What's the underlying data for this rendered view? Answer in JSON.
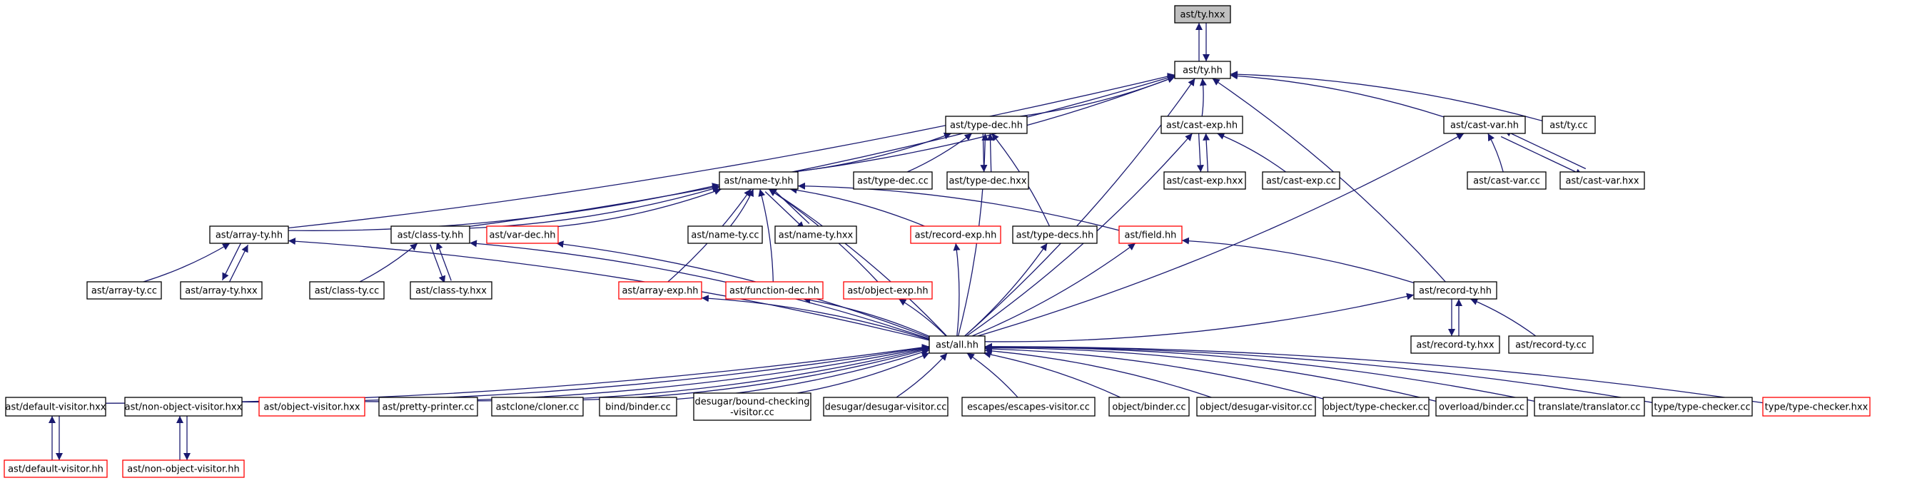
{
  "colors": {
    "edge": "#191970",
    "arrowhead": "#191970",
    "box_border_normal": "#000000",
    "box_border_truncated": "#ff0000",
    "highlight_fill": "#bfbfbf",
    "box_fill": "#ffffff"
  },
  "nodes": {
    "ty_hxx": {
      "label": "ast/ty.hxx",
      "style": "highlight"
    },
    "ty_hh": {
      "label": "ast/ty.hh",
      "style": "normal"
    },
    "type_dec_hh": {
      "label": "ast/type-dec.hh",
      "style": "normal"
    },
    "cast_exp_hh": {
      "label": "ast/cast-exp.hh",
      "style": "normal"
    },
    "cast_var_hh": {
      "label": "ast/cast-var.hh",
      "style": "normal"
    },
    "ty_cc": {
      "label": "ast/ty.cc",
      "style": "normal"
    },
    "name_ty_hh": {
      "label": "ast/name-ty.hh",
      "style": "normal"
    },
    "type_dec_cc": {
      "label": "ast/type-dec.cc",
      "style": "normal"
    },
    "type_dec_hxx": {
      "label": "ast/type-dec.hxx",
      "style": "normal"
    },
    "cast_exp_hxx": {
      "label": "ast/cast-exp.hxx",
      "style": "normal"
    },
    "cast_exp_cc": {
      "label": "ast/cast-exp.cc",
      "style": "normal"
    },
    "cast_var_cc": {
      "label": "ast/cast-var.cc",
      "style": "normal"
    },
    "cast_var_hxx": {
      "label": "ast/cast-var.hxx",
      "style": "normal"
    },
    "array_ty_hh": {
      "label": "ast/array-ty.hh",
      "style": "normal"
    },
    "class_ty_hh": {
      "label": "ast/class-ty.hh",
      "style": "normal"
    },
    "var_dec_hh": {
      "label": "ast/var-dec.hh",
      "style": "truncated"
    },
    "name_ty_cc": {
      "label": "ast/name-ty.cc",
      "style": "normal"
    },
    "name_ty_hxx": {
      "label": "ast/name-ty.hxx",
      "style": "normal"
    },
    "record_exp_hh": {
      "label": "ast/record-exp.hh",
      "style": "truncated"
    },
    "type_decs_hh": {
      "label": "ast/type-decs.hh",
      "style": "normal"
    },
    "field_hh": {
      "label": "ast/field.hh",
      "style": "truncated"
    },
    "array_ty_cc": {
      "label": "ast/array-ty.cc",
      "style": "normal"
    },
    "array_ty_hxx": {
      "label": "ast/array-ty.hxx",
      "style": "normal"
    },
    "class_ty_cc": {
      "label": "ast/class-ty.cc",
      "style": "normal"
    },
    "class_ty_hxx": {
      "label": "ast/class-ty.hxx",
      "style": "normal"
    },
    "array_exp_hh": {
      "label": "ast/array-exp.hh",
      "style": "truncated"
    },
    "function_dec_hh": {
      "label": "ast/function-dec.hh",
      "style": "truncated"
    },
    "object_exp_hh": {
      "label": "ast/object-exp.hh",
      "style": "truncated"
    },
    "record_ty_hh": {
      "label": "ast/record-ty.hh",
      "style": "normal"
    },
    "all_hh": {
      "label": "ast/all.hh",
      "style": "normal"
    },
    "record_ty_hxx": {
      "label": "ast/record-ty.hxx",
      "style": "normal"
    },
    "record_ty_cc": {
      "label": "ast/record-ty.cc",
      "style": "normal"
    },
    "default_visitor_hxx": {
      "label": "ast/default-visitor.hxx",
      "style": "normal"
    },
    "non_object_visitor_hxx": {
      "label": "ast/non-object-visitor.hxx",
      "style": "normal"
    },
    "object_visitor_hxx": {
      "label": "ast/object-visitor.hxx",
      "style": "truncated"
    },
    "pretty_printer_cc": {
      "label": "ast/pretty-printer.cc",
      "style": "normal"
    },
    "cloner_cc": {
      "label": "astclone/cloner.cc",
      "style": "normal"
    },
    "bind_binder_cc": {
      "label": "bind/binder.cc",
      "style": "normal"
    },
    "bound_checking_visitor_cc": {
      "label": "desugar/bound-checking\n-visitor.cc",
      "style": "normal"
    },
    "desugar_visitor_cc": {
      "label": "desugar/desugar-visitor.cc",
      "style": "normal"
    },
    "escapes_visitor_cc": {
      "label": "escapes/escapes-visitor.cc",
      "style": "normal"
    },
    "object_binder_cc": {
      "label": "object/binder.cc",
      "style": "normal"
    },
    "object_desugar_visitor_cc": {
      "label": "object/desugar-visitor.cc",
      "style": "normal"
    },
    "object_type_checker_cc": {
      "label": "object/type-checker.cc",
      "style": "normal"
    },
    "overload_binder_cc": {
      "label": "overload/binder.cc",
      "style": "normal"
    },
    "translator_cc": {
      "label": "translate/translator.cc",
      "style": "normal"
    },
    "type_type_checker_cc": {
      "label": "type/type-checker.cc",
      "style": "normal"
    },
    "type_type_checker_hxx": {
      "label": "type/type-checker.hxx",
      "style": "truncated"
    },
    "default_visitor_hh": {
      "label": "ast/default-visitor.hh",
      "style": "truncated"
    },
    "non_object_visitor_hh": {
      "label": "ast/non-object-visitor.hh",
      "style": "truncated"
    }
  },
  "edges": [
    {
      "from": "ty_hh",
      "to": "ty_hxx"
    },
    {
      "from": "ty_hxx",
      "to": "ty_hh"
    },
    {
      "from": "type_dec_hh",
      "to": "ty_hh"
    },
    {
      "from": "cast_exp_hh",
      "to": "ty_hh"
    },
    {
      "from": "cast_var_hh",
      "to": "ty_hh"
    },
    {
      "from": "ty_cc",
      "to": "ty_hh"
    },
    {
      "from": "name_ty_hh",
      "to": "ty_hh"
    },
    {
      "from": "array_ty_hh",
      "to": "ty_hh"
    },
    {
      "from": "class_ty_hh",
      "to": "ty_hh"
    },
    {
      "from": "record_ty_hh",
      "to": "ty_hh"
    },
    {
      "from": "all_hh",
      "to": "ty_hh"
    },
    {
      "from": "name_ty_hh",
      "to": "type_dec_hh"
    },
    {
      "from": "type_dec_cc",
      "to": "type_dec_hh"
    },
    {
      "from": "type_dec_hxx",
      "to": "type_dec_hh"
    },
    {
      "from": "type_dec_hh",
      "to": "type_dec_hxx"
    },
    {
      "from": "type_decs_hh",
      "to": "type_dec_hh"
    },
    {
      "from": "all_hh",
      "to": "type_dec_hh"
    },
    {
      "from": "cast_exp_hxx",
      "to": "cast_exp_hh"
    },
    {
      "from": "cast_exp_hh",
      "to": "cast_exp_hxx"
    },
    {
      "from": "cast_exp_cc",
      "to": "cast_exp_hh"
    },
    {
      "from": "all_hh",
      "to": "cast_exp_hh"
    },
    {
      "from": "cast_var_cc",
      "to": "cast_var_hh"
    },
    {
      "from": "cast_var_hxx",
      "to": "cast_var_hh"
    },
    {
      "from": "cast_var_hh",
      "to": "cast_var_hxx"
    },
    {
      "from": "all_hh",
      "to": "cast_var_hh"
    },
    {
      "from": "array_ty_hh",
      "to": "name_ty_hh"
    },
    {
      "from": "class_ty_hh",
      "to": "name_ty_hh"
    },
    {
      "from": "var_dec_hh",
      "to": "name_ty_hh"
    },
    {
      "from": "name_ty_cc",
      "to": "name_ty_hh"
    },
    {
      "from": "name_ty_hxx",
      "to": "name_ty_hh"
    },
    {
      "from": "name_ty_hh",
      "to": "name_ty_hxx"
    },
    {
      "from": "record_exp_hh",
      "to": "name_ty_hh"
    },
    {
      "from": "field_hh",
      "to": "name_ty_hh"
    },
    {
      "from": "array_exp_hh",
      "to": "name_ty_hh"
    },
    {
      "from": "function_dec_hh",
      "to": "name_ty_hh"
    },
    {
      "from": "object_exp_hh",
      "to": "name_ty_hh"
    },
    {
      "from": "all_hh",
      "to": "name_ty_hh"
    },
    {
      "from": "array_ty_cc",
      "to": "array_ty_hh"
    },
    {
      "from": "array_ty_hxx",
      "to": "array_ty_hh"
    },
    {
      "from": "array_ty_hh",
      "to": "array_ty_hxx"
    },
    {
      "from": "all_hh",
      "to": "array_ty_hh"
    },
    {
      "from": "class_ty_cc",
      "to": "class_ty_hh"
    },
    {
      "from": "class_ty_hxx",
      "to": "class_ty_hh"
    },
    {
      "from": "class_ty_hh",
      "to": "class_ty_hxx"
    },
    {
      "from": "all_hh",
      "to": "class_ty_hh"
    },
    {
      "from": "all_hh",
      "to": "var_dec_hh"
    },
    {
      "from": "all_hh",
      "to": "record_exp_hh"
    },
    {
      "from": "all_hh",
      "to": "type_decs_hh"
    },
    {
      "from": "all_hh",
      "to": "field_hh"
    },
    {
      "from": "record_ty_hh",
      "to": "field_hh"
    },
    {
      "from": "all_hh",
      "to": "array_exp_hh"
    },
    {
      "from": "all_hh",
      "to": "function_dec_hh"
    },
    {
      "from": "all_hh",
      "to": "object_exp_hh"
    },
    {
      "from": "all_hh",
      "to": "record_ty_hh"
    },
    {
      "from": "record_ty_hxx",
      "to": "record_ty_hh"
    },
    {
      "from": "record_ty_hh",
      "to": "record_ty_hxx"
    },
    {
      "from": "record_ty_cc",
      "to": "record_ty_hh"
    },
    {
      "from": "default_visitor_hxx",
      "to": "all_hh"
    },
    {
      "from": "non_object_visitor_hxx",
      "to": "all_hh"
    },
    {
      "from": "object_visitor_hxx",
      "to": "all_hh"
    },
    {
      "from": "pretty_printer_cc",
      "to": "all_hh"
    },
    {
      "from": "cloner_cc",
      "to": "all_hh"
    },
    {
      "from": "bind_binder_cc",
      "to": "all_hh"
    },
    {
      "from": "bound_checking_visitor_cc",
      "to": "all_hh"
    },
    {
      "from": "desugar_visitor_cc",
      "to": "all_hh"
    },
    {
      "from": "escapes_visitor_cc",
      "to": "all_hh"
    },
    {
      "from": "object_binder_cc",
      "to": "all_hh"
    },
    {
      "from": "object_desugar_visitor_cc",
      "to": "all_hh"
    },
    {
      "from": "object_type_checker_cc",
      "to": "all_hh"
    },
    {
      "from": "overload_binder_cc",
      "to": "all_hh"
    },
    {
      "from": "translator_cc",
      "to": "all_hh"
    },
    {
      "from": "type_type_checker_cc",
      "to": "all_hh"
    },
    {
      "from": "type_type_checker_hxx",
      "to": "all_hh"
    },
    {
      "from": "default_visitor_hh",
      "to": "default_visitor_hxx"
    },
    {
      "from": "default_visitor_hxx",
      "to": "default_visitor_hh"
    },
    {
      "from": "non_object_visitor_hh",
      "to": "non_object_visitor_hxx"
    },
    {
      "from": "non_object_visitor_hxx",
      "to": "non_object_visitor_hh"
    }
  ]
}
